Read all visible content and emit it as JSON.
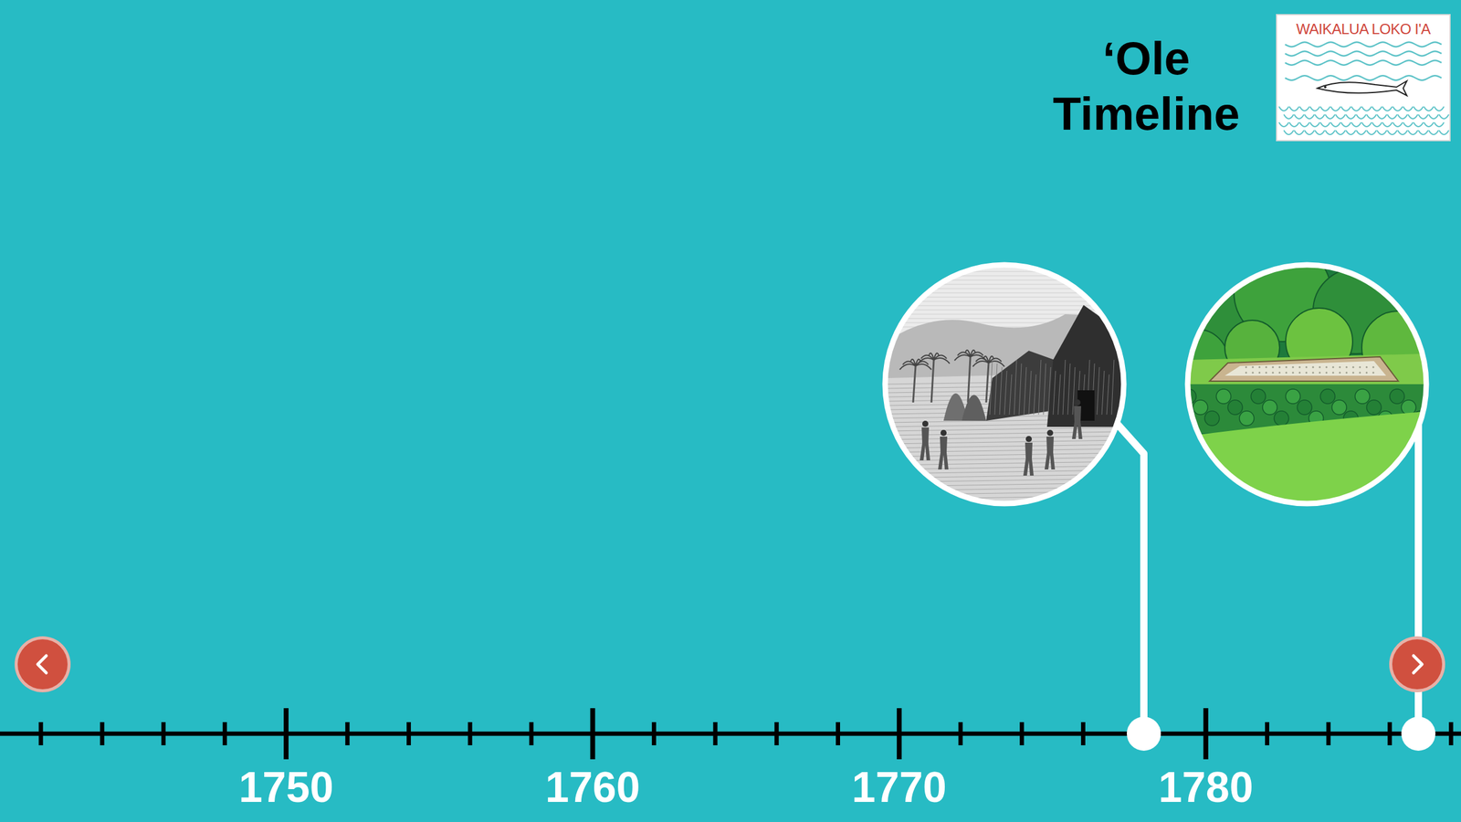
{
  "diagram": {
    "title": "‘Ole Timeline",
    "labels": [
      "WAIKALUA LOKO I'A",
      "1750",
      "1760",
      "1770",
      "1780"
    ]
  }
}
